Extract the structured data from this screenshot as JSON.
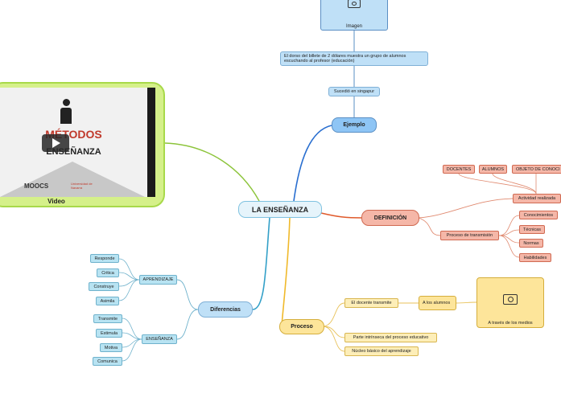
{
  "root": {
    "label": "LA ENSEÑANZA"
  },
  "video": {
    "caption": "Video",
    "thumb_title": "MÉTODOS",
    "thumb_subtitle": "ENSEÑANZA",
    "thumb_brand": "MOOCS",
    "thumb_brand2": "Universidad de Navarra",
    "player_icon": "play-icon"
  },
  "ejemplo": {
    "label": "Ejemplo",
    "image_caption": "Imagen",
    "image_icon": "camera-icon",
    "billete": "El dorso del billete de 2 dólares muestra un grupo de alumnos escuchando al profesor (educación)",
    "sucedio": "Sucedió en singapur"
  },
  "definicion": {
    "label": "DEFINICIÓN",
    "actividad": "Actividad realizada",
    "actividad_items": [
      "DOCENTES",
      "ALUMNOS",
      "OBJETO DE CONOCI"
    ],
    "proceso_transmision": "Proceso de transmisión",
    "proceso_items": [
      "Conocimientos",
      "Técnicas",
      "Normas",
      "Habilidades"
    ]
  },
  "proceso": {
    "label": "Proceso",
    "docente": "El docente transmite",
    "alumnos": "A los alumnos",
    "medios": "A través de los medios",
    "medios_icon": "camera-icon",
    "parte": "Parte intrínseca del proceso educativo",
    "nucleo": "Núcleo básico del aprendizaje"
  },
  "diferencias": {
    "label": "Diferencias",
    "aprendizaje": "APRENDIZAJE",
    "aprendizaje_items": [
      "Responde",
      "Critica",
      "Construye",
      "Asimila"
    ],
    "ensenanza": "ENSEÑANZA",
    "ensenanza_items": [
      "Transmite",
      "Estimula",
      "Motiva",
      "Comunica"
    ]
  },
  "colors": {
    "blue_branch": "#2a6fd0",
    "red_branch": "#e05a2b",
    "yellow_branch": "#f0b92a",
    "teal_branch": "#33a0c8",
    "green_branch": "#8cc43a"
  }
}
